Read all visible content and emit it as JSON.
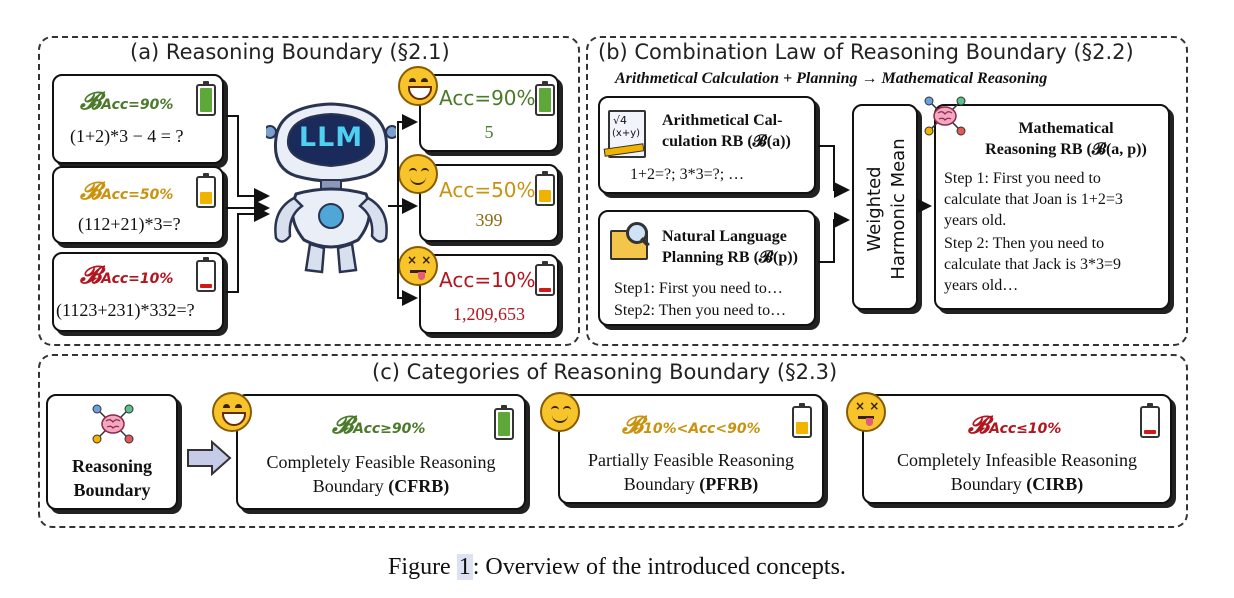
{
  "panel_a": {
    "title": "(a) Reasoning Boundary (§2.1)",
    "inputs": [
      {
        "b_symbol": "𝓑",
        "b_subscript": "Acc=90%",
        "expression": "(1+2)*3 − 4 = ?",
        "color": "#4a7a2a"
      },
      {
        "b_symbol": "𝓑",
        "b_subscript": "Acc=50%",
        "expression": "(112+21)*3=?",
        "color": "#c9930f"
      },
      {
        "b_symbol": "𝓑",
        "b_subscript": "Acc=10%",
        "expression": "(1123+231)*332=?",
        "color": "#b3151f"
      }
    ],
    "llm_label": "LLM",
    "outputs": [
      {
        "acc": "Acc=90%",
        "answer": "5",
        "color": "#4a7a2a",
        "answer_color": "#4a7a2a",
        "battery_level": 0.9,
        "face": "grin"
      },
      {
        "acc": "Acc=50%",
        "answer": "399",
        "color": "#c9930f",
        "answer_color": "#8a6a10",
        "battery_level": 0.5,
        "face": "smile"
      },
      {
        "acc": "Acc=10%",
        "answer": "1,209,653",
        "color": "#b3151f",
        "answer_color": "#b3151f",
        "battery_level": 0.1,
        "face": "dizzy"
      }
    ]
  },
  "panel_b": {
    "title": "(b) Combination Law of Reasoning Boundary (§2.2)",
    "subtitle": "Arithmetical Calculation + Planning → Mathematical Reasoning",
    "arith": {
      "title_line1": "Arithmetical Cal-",
      "title_line2": "culation RB (𝓑(a))",
      "body": "1+2=?; 3*3=?; …",
      "icon_text_top": "√4",
      "icon_text_bottom": "(x+y)"
    },
    "plan": {
      "title_line1": "Natural Language",
      "title_line2": "Planning RB (𝓑(p))",
      "step1": "Step1: First you need to…",
      "step2": "Step2: Then you need to…"
    },
    "whm_line1": "Weighted",
    "whm_line2": "Harmonic Mean",
    "math": {
      "title_line1": "Mathematical",
      "title_line2": "Reasoning RB (𝓑(a, p))",
      "step1_l1": "Step 1: First you need to",
      "step1_l2": "calculate that Joan is 1+2=3",
      "step1_l3": "years old.",
      "step2_l1": "Step 2: Then you need to",
      "step2_l2": "calculate that Jack is 3*3=9",
      "step2_l3": "years old…"
    }
  },
  "panel_c": {
    "title": "(c) Categories of Reasoning Boundary (§2.3)",
    "rb_label_line1": "Reasoning",
    "rb_label_line2": "Boundary",
    "categories": [
      {
        "b_symbol": "𝓑",
        "b_subscript": "Acc≥90%",
        "text_line1": "Completely Feasible Reasoning",
        "text_line2_plain": "Boundary",
        "abbr": "(CFRB)",
        "color": "#4a7a2a",
        "battery_level": 0.9,
        "face": "grin"
      },
      {
        "b_symbol": "𝓑",
        "b_subscript": "10%<Acc<90%",
        "text_line1": "Partially Feasible Reasoning",
        "text_line2_plain": "Boundary",
        "abbr": "(PFRB)",
        "color": "#c9930f",
        "battery_level": 0.5,
        "face": "smile"
      },
      {
        "b_symbol": "𝓑",
        "b_subscript": "Acc≤10%",
        "text_line1": "Completely Infeasible Reasoning",
        "text_line2_plain": "Boundary",
        "abbr": "(CIRB)",
        "color": "#b3151f",
        "battery_level": 0.1,
        "face": "dizzy"
      }
    ]
  },
  "caption": {
    "prefix": "Figure",
    "number": "1",
    "text": ": Overview of the introduced concepts."
  },
  "colors": {
    "green": "#4a7a2a",
    "yellow": "#c9930f",
    "red": "#b3151f",
    "battery_green": "#5ea83a",
    "battery_yellow": "#f0b400",
    "battery_red": "#d01a1a",
    "arrow_fill": "#c5cbe8"
  }
}
